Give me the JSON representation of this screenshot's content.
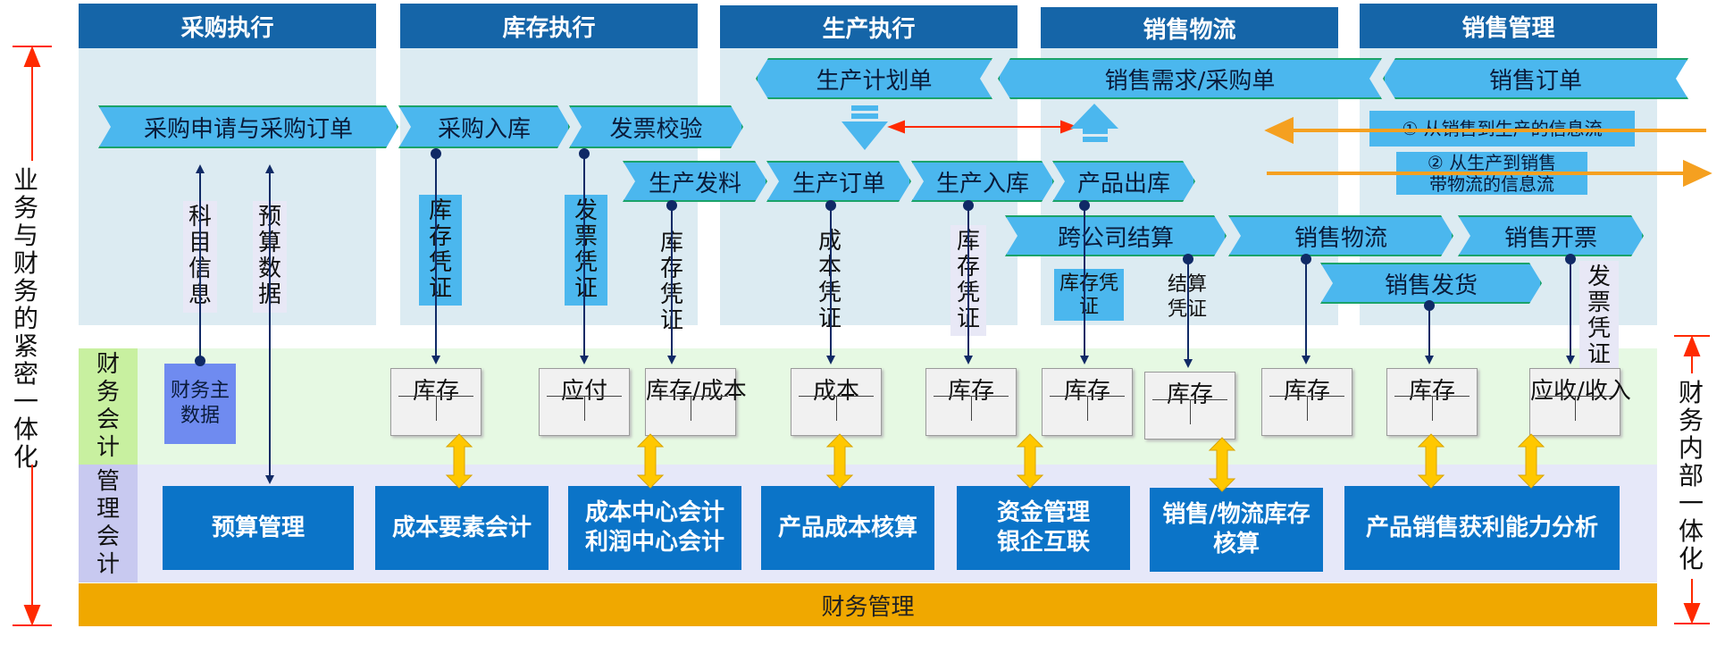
{
  "headers": [
    "采购执行",
    "库存执行",
    "生产执行",
    "销售物流",
    "销售管理"
  ],
  "flow_steps": {
    "purchase_request": "采购申请与采购订单",
    "purchase_receipt": "采购入库",
    "invoice_verify": "发票校验",
    "prod_plan": "生产计划单",
    "sales_demand": "销售需求/采购单",
    "sales_order": "销售订单",
    "prod_issue": "生产发料",
    "prod_order": "生产订单",
    "prod_receipt": "生产入库",
    "product_out": "产品出库",
    "cross_company": "跨公司结算",
    "sales_logistics": "销售物流",
    "sales_invoice": "销售开票",
    "sales_delivery": "销售发货"
  },
  "info_flows": {
    "flow1": "① 从销售到生产的信息流",
    "flow2": "② 从生产到销售\n带物流的信息流"
  },
  "vouchers": {
    "subject_info": "科目信息",
    "budget_data": "预算数据",
    "inventory_voucher": "库存凭证",
    "invoice_voucher": "发票凭证",
    "inventory_voucher2": "库存凭证",
    "cost_voucher": "成本凭证",
    "inventory_voucher3": "库存凭证",
    "inventory_voucher4": "库存凭证",
    "settlement_voucher": "结算凭证",
    "invoice_voucher2": "发票凭证"
  },
  "finance_master_data": "财务主数据",
  "ledgers": [
    "库存",
    "应付",
    "库存/成本",
    "成本",
    "库存",
    "库存",
    "库存",
    "库存",
    "库存",
    "应收/收入"
  ],
  "mgmt_modules": [
    "预算管理",
    "成本要素会计",
    "成本中心会计\n利润中心会计",
    "产品成本核算",
    "资金管理\n银企互联",
    "销售/物流库存\n核算",
    "产品销售获利能力分析"
  ],
  "band_labels": {
    "fin_accounting": "财务会计",
    "mgmt_accounting": "管理会计",
    "bottom": "财务管理"
  },
  "side_labels": {
    "left": "业务与财务的紧密一体化",
    "right": "财务内部一体化"
  },
  "colors": {
    "header": "#1565a8",
    "chevron": "#4bb7ee",
    "mgmt_box": "#0b74c8",
    "bottom_band": "#f0a800",
    "arrow_orange": "#f5a020",
    "arrow_red": "#ff2a00",
    "arrow_gold": "#ffc800"
  }
}
